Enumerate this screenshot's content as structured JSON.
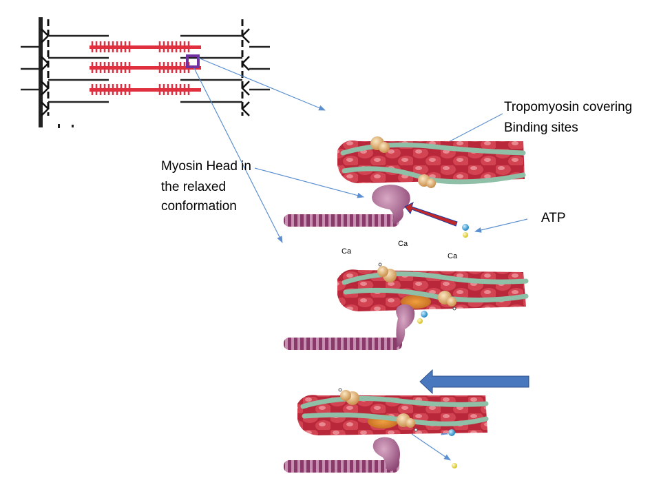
{
  "labels": {
    "tropomyosin": {
      "line1": "Tropomyosin covering",
      "line2": "Binding sites"
    },
    "myosin_head": {
      "line1": "Myosin Head in",
      "line2": "the relaxed",
      "line3": "conformation"
    },
    "atp": "ATP",
    "calcium": [
      "Ca",
      "Ca",
      "Ca"
    ]
  },
  "colors": {
    "actin": "#c0303a",
    "actin_highlight": "#e07078",
    "tropomyosin": "#8fbfa6",
    "troponin": "#e0b070",
    "myosin_tail": "#9a4a78",
    "myosin_head": "#a8608c",
    "arrow_line": "#5b8fd0",
    "stroke_arrow_red": "#c0282a",
    "stroke_arrow_blue": "#4a78bf",
    "sarcomere_red": "#e03040",
    "selection_box": "#7030a0",
    "atp_blue": "#2fa0d8",
    "atp_yellow": "#f0e040"
  }
}
